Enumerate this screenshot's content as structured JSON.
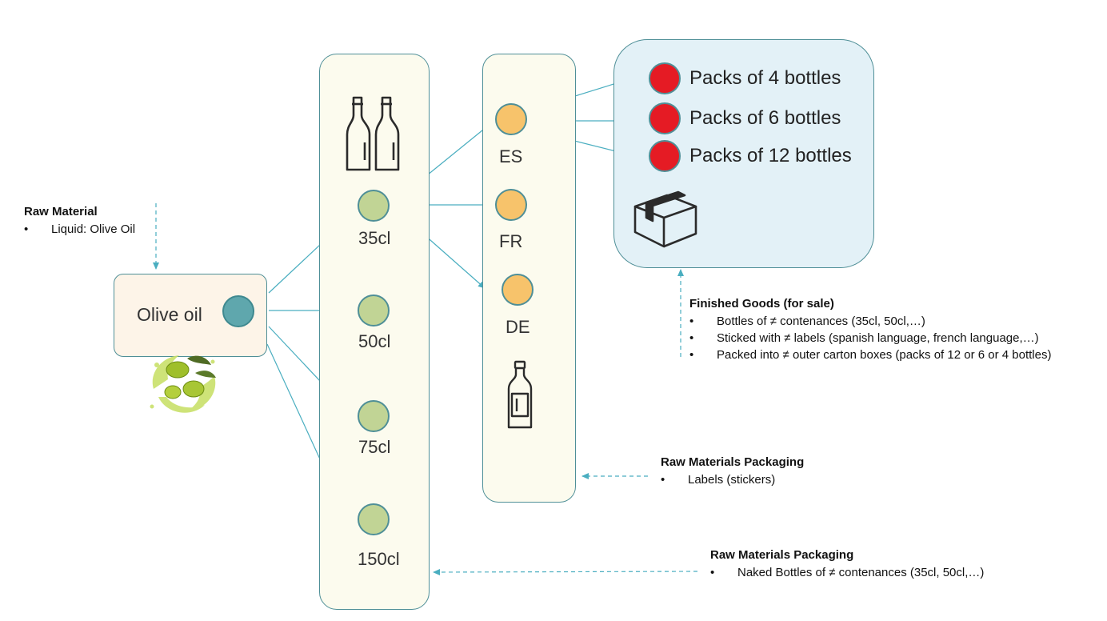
{
  "raw_material": {
    "title": "Raw Material",
    "items": [
      "Liquid: Olive Oil"
    ]
  },
  "olive_box": {
    "label": "Olive oil"
  },
  "sizes": [
    "35cl",
    "50cl",
    "75cl",
    "150cl"
  ],
  "languages": [
    "ES",
    "FR",
    "DE"
  ],
  "packs": [
    "Packs of 4 bottles",
    "Packs of 6 bottles",
    "Packs of 12 bottles"
  ],
  "finished_goods": {
    "title": "Finished Goods (for sale)",
    "items": [
      "Bottles of ≠ contenances (35cl, 50cl,…)",
      "Sticked with ≠ labels (spanish language, french language,…)",
      "Packed into ≠ outer carton boxes (packs of 12 or 6 or 4 bottles)"
    ]
  },
  "labels_packaging": {
    "title": "Raw Materials Packaging",
    "items": [
      "Labels (stickers)"
    ]
  },
  "bottles_packaging": {
    "title": "Raw Materials Packaging",
    "items": [
      "Naked Bottles of ≠ contenances (35cl, 50cl,…)"
    ]
  },
  "colors": {
    "arrow": "#4aaec0",
    "border": "#4f8f97",
    "size_dot": "#c1d495",
    "label_dot": "#f7c36b",
    "pack_dot": "#e51b24",
    "oil_dot": "#5fa7ad"
  },
  "icons": {
    "bottles": "two-wine-bottles-icon",
    "single_bottle": "oil-bottle-icon",
    "box": "carton-box-icon",
    "olives": "olive-splash-icon"
  }
}
